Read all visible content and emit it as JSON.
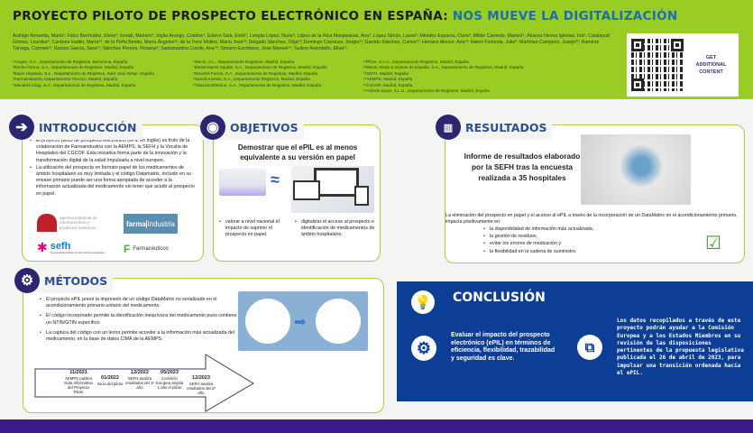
{
  "header": {
    "title_main": "PROYECTO PILOTO DE PROSPECTO ELECTRÓNICO EN ESPAÑA:",
    "title_sub": "NOS MUEVE LA DIGITALIZACIÓN",
    "authors": "Arahigo Revuelta, María¹; Falco Bermúdez, Elvira²; Ismaili, Mariam³; Joglar Arango, Cristina⁴; Esteve Sala, Emili⁵; Longás López, Nuria⁶; López de la Rica Manjavacas, Ana⁷; López Simón, Laura⁸; Méndez Esparza, Clara⁹; Millán Carriedo, Marisol⁹; Álvarez Novoa Iglesias, Iria⁹; Calatayud Gómez, Lourdes⁹; Cardona Iradier, María¹⁰; de la Peña Benito, María Ángeles¹¹; de la Torre Molino, María José¹²; Delgado Sánchez, Olga¹³; Domingo Carranza, Sergio¹³; Garrido Sánchez, Carlos¹⁵; Herranz Alonso, Ana¹³; Hierro Fontenla, Julia⁹; Martínez-Campeco, Juanjo¹³; Ramírez Tárrega, Carmen¹²; Ramos García, Sara¹⁴; Sánchez Pereira, Rosana⁹; Santamartina Conde, Ana¹⁴; Simarro Escribano, Jose Manuel¹⁴; Suliero Avendaño, Elisa¹⁶.",
    "affiliations": [
      [
        "¹Amgen, S.A., Departamento de Registros, Barcelona, España",
        "²Roche Farma, S.A., Departamento de Registros, Madrid, España",
        "³Bayer Hispania, S.L., Departamento de Registros, Sant Joan Despí, España",
        "⁴Farmaindustria, Departamento Técnico, Madrid, España",
        "⁵Menarini-Cilag, S.A., Departamento de Registros, Madrid, España"
      ],
      [
        "⁶Merck, S.L., Departamento Registros, Madrid, España",
        "⁷Bristol-Myers Squibb, S.A., Departamento de Registros, Madrid, España",
        "⁸Novartis Farma, S.A., Departamento de Registros, Madrid, España",
        "⁹Sanofi-Aventis, S.A., Departamento Registros, Madrid, España",
        "¹⁰GlaxoSmithKline, S.A., Departamento de Registros, Madrid, España"
      ],
      [
        "¹¹Pfizer, S.L.U., Departamento Registros, Madrid, España",
        "¹²Merck Sharp & Dohme de España, S.A., Departamento de Registros, Madrid, España",
        "¹³SEFH, Madrid, España",
        "¹⁴AEMPS, Madrid, España",
        "¹⁵CGCOF, Madrid, España",
        "¹⁶AbbVie Spain, S.L.U., Departamento de Registros, Madrid, España"
      ]
    ],
    "qr_label": [
      "GET",
      "ADDITIONAL",
      "CONTENT"
    ]
  },
  "introduccion": {
    "title": "INTRODUCCIÓN",
    "bullets": [
      "El proyecto piloto de prospecto electrónico (ePIL en inglés) es fruto de la colaboración de Farmaindustria con la AEMPS, la SEFH y la Vocalía de Hospitales del CGCOF. Esta iniciativa forma parte de la innovación y la transformación digital de la salud impulsada a nivel europeo.",
      "La utilización del prospecto en formato papel de los medicamentos de ámbito hospitalario es muy limitada y el código Datamatrix, incluido en su envase primario puede ser una forma apropiada de acceder a la información actualizada del medicamento sin tener que acudir al prospecto en papel."
    ],
    "logos": {
      "aemps": "agencia española de medicamentos y productos sanitarios",
      "farmaindustria_a": "farma",
      "farmaindustria_b": "industria",
      "sefh": "sefh",
      "sefh_sub": "Sociedad Española de Farmacia Hospitalaria",
      "farmaceuticos": "Farmacéuticos"
    }
  },
  "objetivos": {
    "title": "OBJETIVOS",
    "headline": "Demostrar que el ePIL es al menos equivalente a su versión en papel",
    "approx_symbol": "≈",
    "bullets": [
      "valorar a nivel nacional el impacto de suprimir el prospecto en papel.",
      "digitalizar el acceso al prospecto e identificación de medicamentos de ámbito hospitalario."
    ]
  },
  "resultados": {
    "title": "RESULTADOS",
    "headline": "Informe de resultados elaborado por la SEFH tras la encuesta realizada a 35 hospitales",
    "intro": "La eliminación del prospecto en papel y el acceso al ePIL a través de la incorporación de un DataMatrix en el acondicionamiento primario, impacta positivamente en:",
    "bullets": [
      "la disponibilidad de información más actualizada,",
      "la gestión de residuos,",
      "evitar los errores de medicación y",
      "la flexibilidad en la cadena de suministro."
    ]
  },
  "metodos": {
    "title": "MÉTODOS",
    "bullets": [
      "El proyecto ePIL prevé la impresión de un código DataMatrix no serializado en el acondicionamiento primario unitario del medicamento.",
      "El código incorporado permite la identificación inequívoca del medicamento pues contiene un NTIN/GTIN específico.",
      "La captura del código con un lector permite acceder a la información más actualizada del medicamento, en la base de datos CIMA de la AEMPS."
    ],
    "timeline": [
      {
        "date": "11/2021",
        "text": "AEMPS publica Nota informativa del Proyecto Piloto"
      },
      {
        "date": "01/2022",
        "text": "Inicio del piloto"
      },
      {
        "date": "12/2022",
        "text": "SEFH analiza resultados del 1º año"
      },
      {
        "date": "05/2023",
        "text": "Comisión Europea amplía 1 año el piloto"
      },
      {
        "date": "12/2023",
        "text": "SEFH analiza resultados del 2º año"
      }
    ]
  },
  "conclusion": {
    "title": "CONCLUSIÓN",
    "left": "Evaluar el impacto del prospecto electrónico (ePIL) en términos de eficiencia, flexibilidad, trazabilidad y seguridad es clave.",
    "right": "Los datos recopilados a través de este proyecto podrán ayudar a la Comisión Europea y a los Estados Miembros en su revisión de las disposiciones pertinentes de la propuesta legislativa publicada el 26 de abril de 2023, para impulsar una transición ordenada hacia el ePIL."
  },
  "colors": {
    "header": "#9acd24",
    "accent_blue": "#1a6fae",
    "navy": "#2b2670",
    "conclusion": "#0c3e95",
    "footer": "#3c1a87",
    "border": "#a8cf45"
  }
}
